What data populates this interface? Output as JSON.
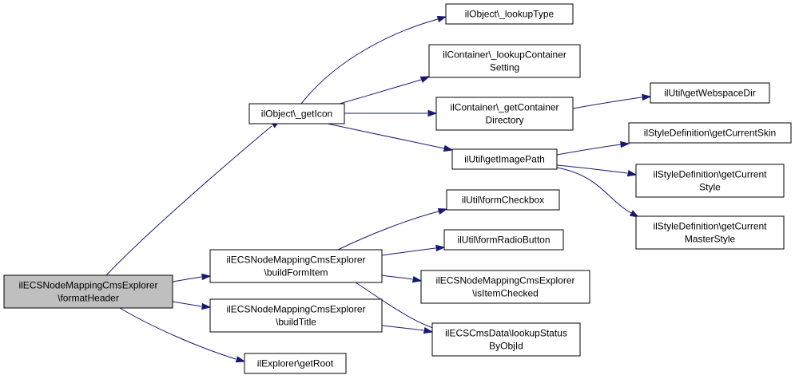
{
  "graph": {
    "colors": {
      "edge": "#191970",
      "node_fill": "#ffffff",
      "root_fill": "#bfbfbf",
      "node_border": "#000000"
    },
    "nodes": [
      {
        "id": "root",
        "lines": [
          "ilECSNodeMappingCmsExplorer",
          "\\formatHeader"
        ],
        "root": true
      },
      {
        "id": "getIcon",
        "lines": [
          "ilObject\\_getIcon"
        ]
      },
      {
        "id": "lookupType",
        "lines": [
          "ilObject\\_lookupType"
        ]
      },
      {
        "id": "lookupContainerSetting",
        "lines": [
          "ilContainer\\_lookupContainer",
          "Setting"
        ]
      },
      {
        "id": "getContainerDirectory",
        "lines": [
          "ilContainer\\_getContainer",
          "Directory"
        ]
      },
      {
        "id": "getWebspaceDir",
        "lines": [
          "ilUtil\\getWebspaceDir"
        ]
      },
      {
        "id": "getImagePath",
        "lines": [
          "ilUtil\\getImagePath"
        ]
      },
      {
        "id": "getCurrentSkin",
        "lines": [
          "ilStyleDefinition\\getCurrentSkin"
        ]
      },
      {
        "id": "getCurrentStyle",
        "lines": [
          "ilStyleDefinition\\getCurrent",
          "Style"
        ]
      },
      {
        "id": "getCurrentMasterStyle",
        "lines": [
          "ilStyleDefinition\\getCurrent",
          "MasterStyle"
        ]
      },
      {
        "id": "buildFormItem",
        "lines": [
          "ilECSNodeMappingCmsExplorer",
          "\\buildFormItem"
        ]
      },
      {
        "id": "formCheckbox",
        "lines": [
          "ilUtil\\formCheckbox"
        ]
      },
      {
        "id": "formRadioButton",
        "lines": [
          "ilUtil\\formRadioButton"
        ]
      },
      {
        "id": "isItemChecked",
        "lines": [
          "ilECSNodeMappingCmsExplorer",
          "\\isItemChecked"
        ]
      },
      {
        "id": "lookupStatusByObjId",
        "lines": [
          "ilECSCmsData\\lookupStatus",
          "ByObjId"
        ]
      },
      {
        "id": "buildTitle",
        "lines": [
          "ilECSNodeMappingCmsExplorer",
          "\\buildTitle"
        ]
      },
      {
        "id": "getRoot",
        "lines": [
          "ilExplorer\\getRoot"
        ]
      }
    ],
    "edges": [
      {
        "from": "root",
        "to": "getIcon"
      },
      {
        "from": "root",
        "to": "buildFormItem"
      },
      {
        "from": "root",
        "to": "buildTitle"
      },
      {
        "from": "root",
        "to": "getRoot"
      },
      {
        "from": "getIcon",
        "to": "lookupType"
      },
      {
        "from": "getIcon",
        "to": "lookupContainerSetting"
      },
      {
        "from": "getIcon",
        "to": "getContainerDirectory"
      },
      {
        "from": "getIcon",
        "to": "getImagePath"
      },
      {
        "from": "getContainerDirectory",
        "to": "getWebspaceDir"
      },
      {
        "from": "getImagePath",
        "to": "getCurrentSkin"
      },
      {
        "from": "getImagePath",
        "to": "getCurrentStyle"
      },
      {
        "from": "getImagePath",
        "to": "getCurrentMasterStyle"
      },
      {
        "from": "buildFormItem",
        "to": "formCheckbox"
      },
      {
        "from": "buildFormItem",
        "to": "formRadioButton"
      },
      {
        "from": "buildFormItem",
        "to": "isItemChecked"
      },
      {
        "from": "buildFormItem",
        "to": "lookupStatusByObjId"
      },
      {
        "from": "buildTitle",
        "to": "lookupStatusByObjId"
      }
    ]
  }
}
